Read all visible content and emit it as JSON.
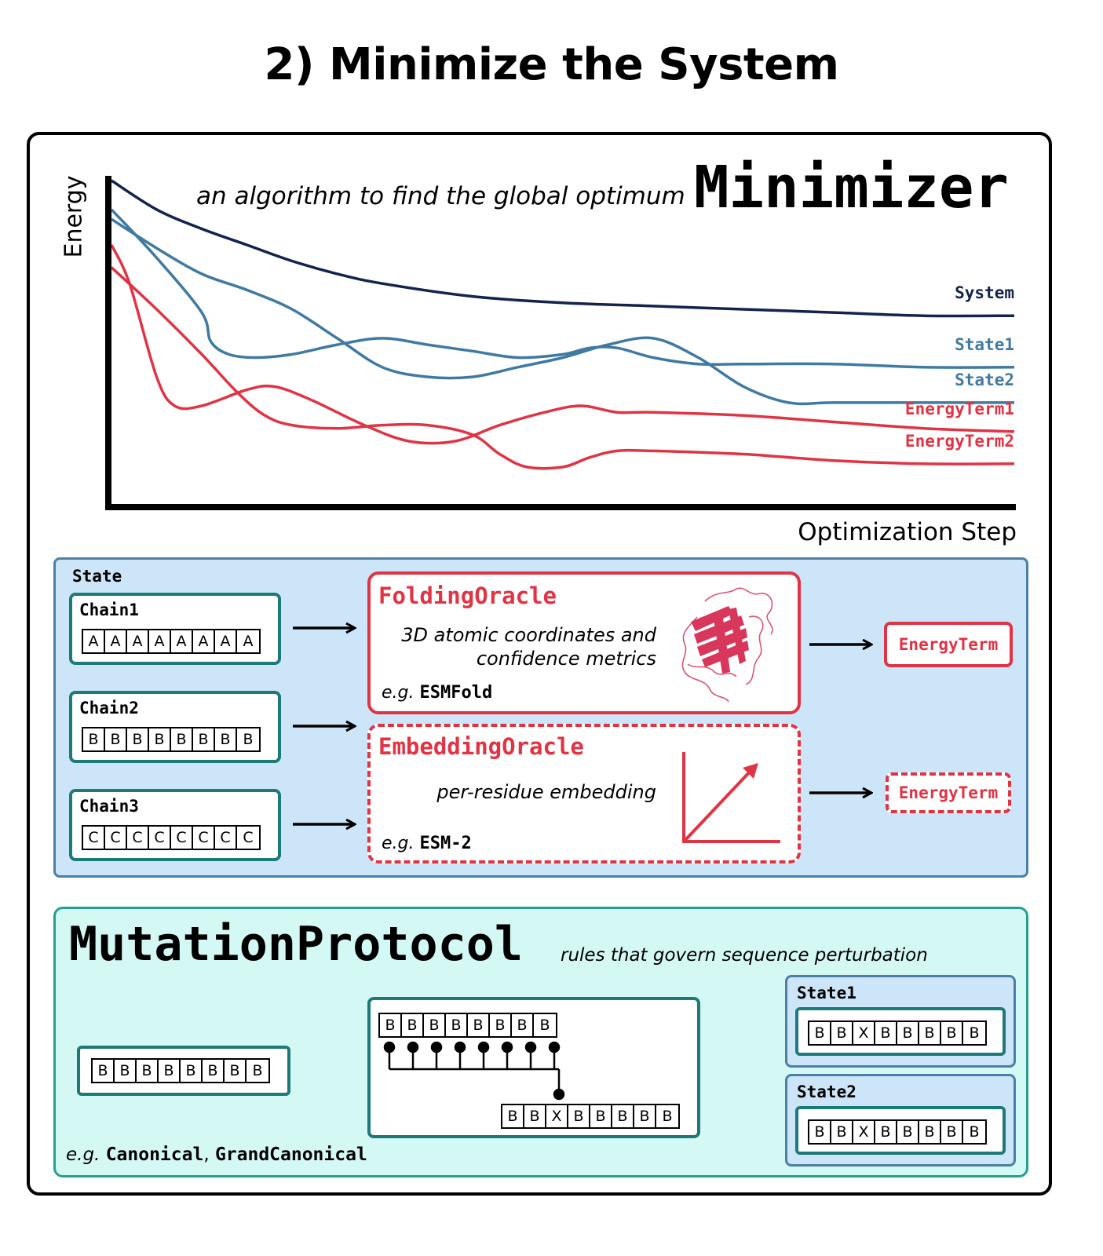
{
  "page_title": "2) Minimize the System",
  "minimizer": {
    "title": "Minimizer",
    "subtitle": "an algorithm to find the global optimum",
    "y_axis_label": "Energy",
    "x_axis_label": "Optimization Step"
  },
  "chart_data": {
    "type": "line",
    "xlabel": "Optimization Step",
    "ylabel": "Energy",
    "ticks": "none",
    "grid": false,
    "legend": "labels at right end of each line",
    "series": [
      {
        "name": "System",
        "color": "#14234d",
        "points": [
          [
            0,
            100
          ],
          [
            5,
            91
          ],
          [
            10,
            85
          ],
          [
            15,
            80
          ],
          [
            20,
            75
          ],
          [
            25,
            71
          ],
          [
            30,
            68
          ],
          [
            40,
            64
          ],
          [
            50,
            62
          ],
          [
            60,
            61
          ],
          [
            70,
            60
          ],
          [
            80,
            59
          ],
          [
            90,
            58
          ],
          [
            100,
            58
          ]
        ]
      },
      {
        "name": "State1",
        "color": "#3f7aa3",
        "points": [
          [
            0,
            91
          ],
          [
            5,
            76
          ],
          [
            10,
            59
          ],
          [
            11,
            50
          ],
          [
            13,
            46
          ],
          [
            16,
            45
          ],
          [
            20,
            46
          ],
          [
            25,
            49
          ],
          [
            30,
            51
          ],
          [
            35,
            49
          ],
          [
            40,
            47
          ],
          [
            45,
            45
          ],
          [
            50,
            46
          ],
          [
            53,
            48
          ],
          [
            56,
            48
          ],
          [
            60,
            45
          ],
          [
            65,
            43
          ],
          [
            70,
            43
          ],
          [
            80,
            43
          ],
          [
            90,
            42
          ],
          [
            100,
            42
          ]
        ]
      },
      {
        "name": "State2",
        "color": "#3f7aa3",
        "points": [
          [
            0,
            88
          ],
          [
            5,
            79
          ],
          [
            10,
            71
          ],
          [
            15,
            66
          ],
          [
            20,
            60
          ],
          [
            25,
            51
          ],
          [
            30,
            42
          ],
          [
            35,
            39
          ],
          [
            40,
            39
          ],
          [
            45,
            42
          ],
          [
            50,
            45
          ],
          [
            55,
            49
          ],
          [
            60,
            51
          ],
          [
            65,
            45
          ],
          [
            70,
            36
          ],
          [
            75,
            31
          ],
          [
            80,
            31
          ],
          [
            90,
            31
          ],
          [
            100,
            31
          ]
        ]
      },
      {
        "name": "EnergyTerm1",
        "color": "#e03444",
        "points": [
          [
            0,
            80
          ],
          [
            2,
            68
          ],
          [
            5,
            39
          ],
          [
            7,
            30
          ],
          [
            10,
            30
          ],
          [
            15,
            35
          ],
          [
            18,
            36
          ],
          [
            22,
            32
          ],
          [
            28,
            24
          ],
          [
            33,
            19
          ],
          [
            38,
            19
          ],
          [
            43,
            24
          ],
          [
            48,
            28
          ],
          [
            52,
            30
          ],
          [
            56,
            28
          ],
          [
            60,
            28
          ],
          [
            70,
            27
          ],
          [
            80,
            25
          ],
          [
            90,
            23
          ],
          [
            100,
            22
          ]
        ]
      },
      {
        "name": "EnergyTerm2",
        "color": "#e03444",
        "points": [
          [
            0,
            73
          ],
          [
            5,
            60
          ],
          [
            10,
            46
          ],
          [
            14,
            34
          ],
          [
            17,
            27
          ],
          [
            20,
            24
          ],
          [
            25,
            23
          ],
          [
            30,
            24
          ],
          [
            35,
            24
          ],
          [
            40,
            21
          ],
          [
            43,
            15
          ],
          [
            46,
            11
          ],
          [
            50,
            11
          ],
          [
            53,
            14
          ],
          [
            56,
            16
          ],
          [
            60,
            16
          ],
          [
            70,
            15
          ],
          [
            80,
            13
          ],
          [
            90,
            12
          ],
          [
            100,
            12
          ]
        ]
      }
    ]
  },
  "state_panel": {
    "label": "State",
    "chains": [
      {
        "name": "Chain1",
        "residues": [
          "A",
          "A",
          "A",
          "A",
          "A",
          "A",
          "A",
          "A"
        ]
      },
      {
        "name": "Chain2",
        "residues": [
          "B",
          "B",
          "B",
          "B",
          "B",
          "B",
          "B",
          "B"
        ]
      },
      {
        "name": "Chain3",
        "residues": [
          "C",
          "C",
          "C",
          "C",
          "C",
          "C",
          "C",
          "C"
        ]
      }
    ],
    "folding_oracle": {
      "title": "FoldingOracle",
      "desc_line1": "3D atomic coordinates and",
      "desc_line2": "confidence metrics",
      "eg_prefix": "e.g.",
      "eg_value": "ESMFold"
    },
    "embedding_oracle": {
      "title": "EmbeddingOracle",
      "desc": "per-residue embedding",
      "eg_prefix": "e.g.",
      "eg_value": "ESM-2"
    },
    "energy_term_label": "EnergyTerm"
  },
  "mutation_panel": {
    "title": "MutationProtocol",
    "subtitle": "rules that govern sequence perturbation",
    "eg_prefix": "e.g.",
    "eg_value1": "Canonical",
    "eg_sep": ",",
    "eg_value2": "GrandCanonical",
    "input_sequence": [
      "B",
      "B",
      "B",
      "B",
      "B",
      "B",
      "B",
      "B"
    ],
    "mutated_sequence": [
      "B",
      "B",
      "X",
      "B",
      "B",
      "B",
      "B",
      "B"
    ],
    "outputs": [
      {
        "label": "State1",
        "sequence": [
          "B",
          "B",
          "X",
          "B",
          "B",
          "B",
          "B",
          "B"
        ]
      },
      {
        "label": "State2",
        "sequence": [
          "B",
          "B",
          "X",
          "B",
          "B",
          "B",
          "B",
          "B"
        ]
      }
    ]
  },
  "colors": {
    "system_line": "#14234d",
    "state_lines": "#3f7aa3",
    "energy_lines": "#e03444",
    "oracle_red": "#e03444",
    "state_panel_bg": "#cde5f8",
    "mutation_panel_bg": "#d4f8f4",
    "teal_border": "#1d7a76"
  }
}
